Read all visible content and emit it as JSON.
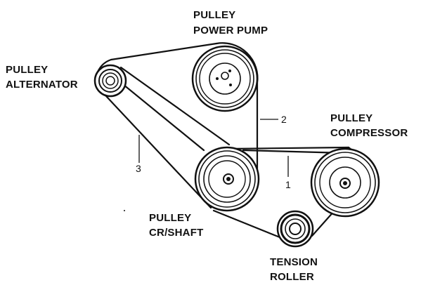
{
  "labels": {
    "power_pump_line1": "PULLEY",
    "power_pump_line2": "POWER PUMP",
    "alternator_line1": "PULLEY",
    "alternator_line2": "ALTERNATOR",
    "compressor_line1": "PULLEY",
    "compressor_line2": "COMPRESSOR",
    "crankshaft_line1": "PULLEY",
    "crankshaft_line2": "CR/SHAFT",
    "tension_line1": "TENSION",
    "tension_line2": "ROLLER"
  },
  "belts": {
    "belt1": "1",
    "belt2": "2",
    "belt3": "3"
  }
}
